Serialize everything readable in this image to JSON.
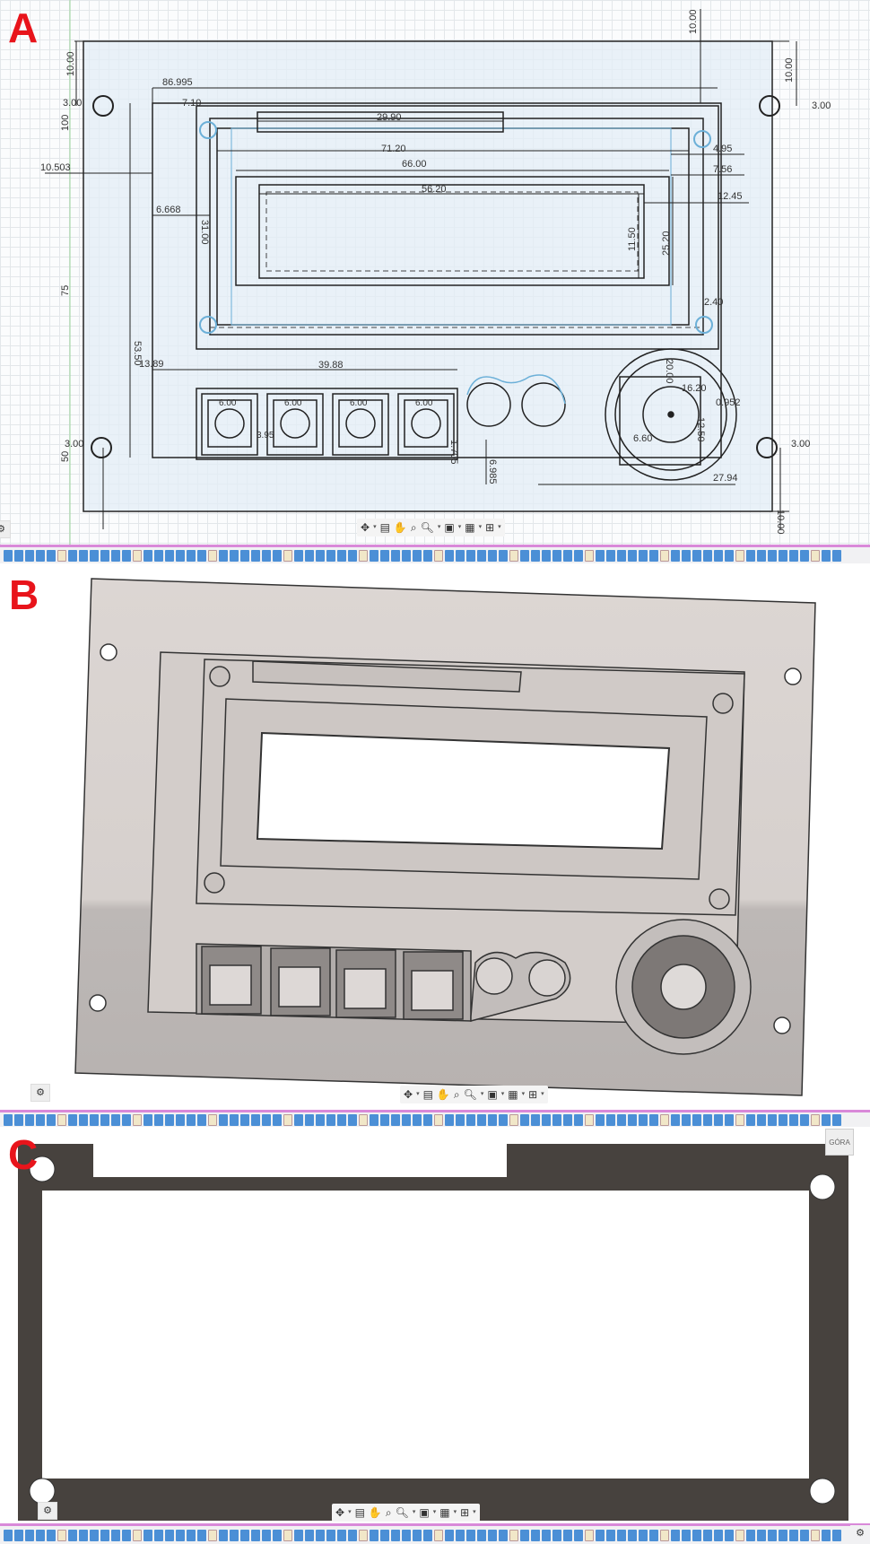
{
  "panels": {
    "a": {
      "letter": "A"
    },
    "b": {
      "letter": "B"
    },
    "c": {
      "letter": "C"
    }
  },
  "sketch_dimensions": {
    "top_offset": "10.00",
    "left_offset": "10.00",
    "right_offset": "10.00",
    "bezel_width": "86.995",
    "bezel_left": "7.10",
    "hole_left_top": "3.00",
    "hole_right_top": "3.00",
    "height_total": "100",
    "slot_width": "29.90",
    "pcb_width": "71.20",
    "window_width": "66.00",
    "display_width": "56.20",
    "left_margin": "10.503",
    "frame_margin": "6.668",
    "pcb_height": "31.00",
    "right_1": "4.95",
    "right_2": "7.56",
    "right_3": "12.45",
    "display_height": "11.50",
    "window_height": "25.20",
    "gap_right": "2.40",
    "height_75": "75",
    "frame_height": "53.50",
    "buttons_left": "13.89",
    "buttons_width": "39.88",
    "button_size_1": "6.00",
    "button_size_2": "6.00",
    "button_size_3": "6.00",
    "button_size_4": "6.00",
    "button_gap": "3.95",
    "joy_diameter": "20.00",
    "joy_square": "16.20",
    "joy_offset": "0.952",
    "joy_inner": "12.50",
    "joy_left": "6.60",
    "joy_pos": "27.94",
    "pot_offset": "6.985",
    "pot_small": "1.705",
    "hole_left_bottom": "3.00",
    "hole_right_bottom": "3.00",
    "height_50": "50",
    "bottom_offset": "10.00"
  },
  "nav_toolbar": [
    "orbit-icon",
    "look-at-icon",
    "pan-icon",
    "zoom-window-icon",
    "zoom-icon",
    "display-mode-icon",
    "grid-icon",
    "viewports-icon"
  ],
  "viewcube": {
    "label": "GÓRA"
  },
  "colors": {
    "accent_red": "#e8141b",
    "plate_dark": "#47423e",
    "timeline_pink": "#d989d9",
    "feature_blue": "#4b8fd6"
  }
}
